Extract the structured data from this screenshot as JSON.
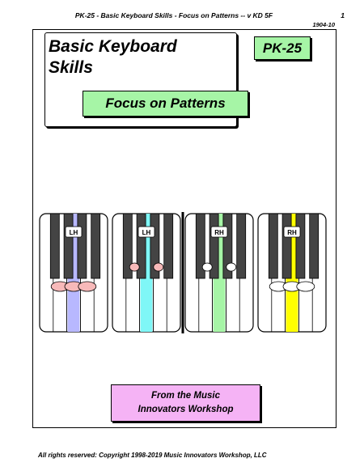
{
  "header": {
    "title": "PK-25 - Basic Keyboard Skills - Focus on Patterns -- v KD 5F",
    "page_number": "1",
    "code": "1904-10"
  },
  "cover": {
    "title_line1": "Basic Keyboard",
    "title_line2": "Skills",
    "code_label": "PK-25",
    "subtitle": "Focus on Patterns",
    "colors": {
      "green": "#a6f5a6",
      "pink": "#f5b3f5"
    }
  },
  "keyboards": [
    {
      "hand": "LH",
      "stripe_color": "#b8b8ff",
      "dot_color": "#f7b9b9"
    },
    {
      "hand": "LH",
      "stripe_color": "#7ff7f7",
      "dot_color": "#f7b9b9"
    },
    {
      "hand": "RH",
      "stripe_color": "#a6f5a6",
      "dot_color": "#ffffff"
    },
    {
      "hand": "RH",
      "stripe_color": "#ffff00",
      "dot_color": "#ffffff"
    }
  ],
  "footer": {
    "line1": "From the Music",
    "line2": "Innovators Workshop"
  },
  "copyright": "All rights reserved:  Copyright 1998-2019   Music Innovators Workshop, LLC"
}
